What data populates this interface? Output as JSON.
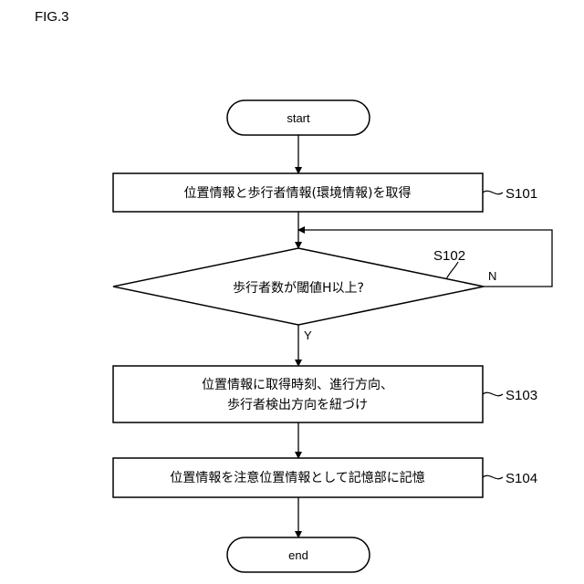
{
  "figure_label": "FIG.3",
  "nodes": {
    "start": "start",
    "s101": "位置情報と歩行者情報(環境情報)を取得",
    "s102": "歩行者数が閾値H以上?",
    "s103_line1": "位置情報に取得時刻、進行方向、",
    "s103_line2": "歩行者検出方向を紐づけ",
    "s104": "位置情報を注意位置情報として記憶部に記憶",
    "end": "end"
  },
  "step_labels": {
    "s101": "S101",
    "s102": "S102",
    "s103": "S103",
    "s104": "S104"
  },
  "branch_labels": {
    "yes": "Y",
    "no": "N"
  }
}
